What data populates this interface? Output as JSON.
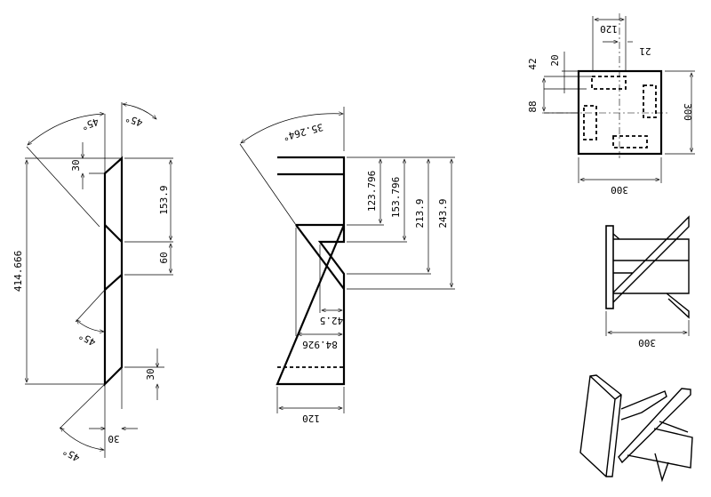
{
  "view_side": {
    "dims": [
      "414.666",
      "30",
      "153.9",
      "60",
      "30",
      "30"
    ],
    "angles": [
      "45°",
      "45°",
      "45°",
      "45°"
    ]
  },
  "view_front": {
    "dims": [
      "123.796",
      "153.796",
      "213.9",
      "243.9",
      "42.5",
      "84.926",
      "120"
    ],
    "angle": "35.264°"
  },
  "view_top": {
    "dims": [
      "120",
      "21",
      "42",
      "20",
      "88",
      "300",
      "300"
    ]
  },
  "view_bottom": {
    "dims": [
      "300"
    ]
  }
}
